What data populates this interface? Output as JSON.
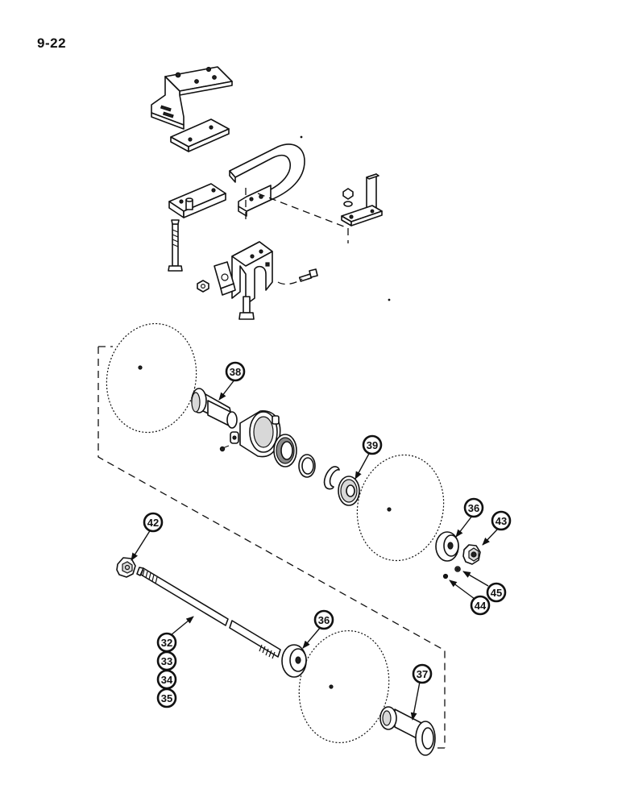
{
  "page": {
    "number": "9-22"
  },
  "callouts": [
    "38",
    "39",
    "36",
    "43",
    "42",
    "45",
    "44",
    "32",
    "33",
    "34",
    "35",
    "36",
    "37"
  ]
}
